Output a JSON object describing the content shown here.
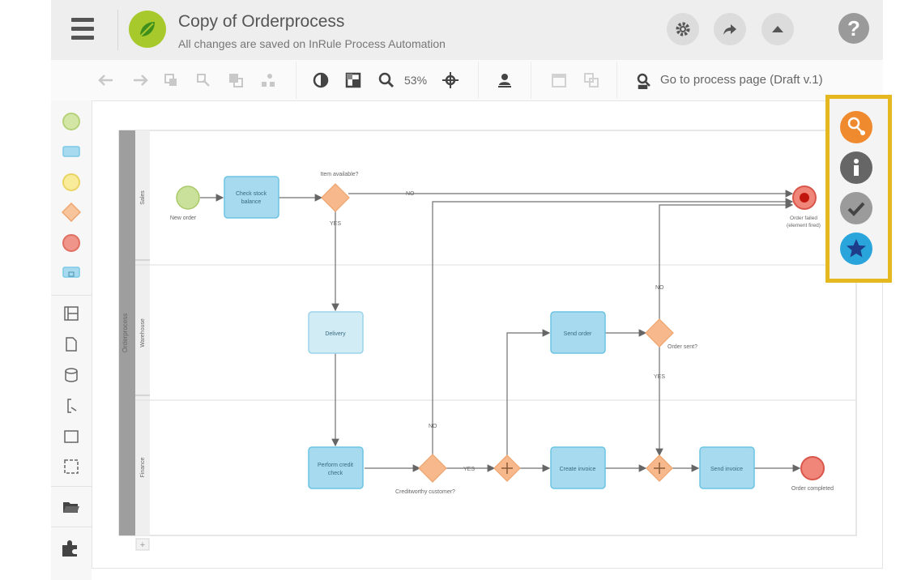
{
  "header": {
    "title": "Copy of Orderprocess",
    "subtitle": "All changes are saved on InRule Process Automation",
    "help_label": "?"
  },
  "toolbar": {
    "zoom": "53%",
    "goto_label": "Go to process page (Draft v.1)"
  },
  "diagram": {
    "pool_label": "Orderprocess",
    "lanes": [
      "Sales",
      "Warehouse",
      "Finance"
    ],
    "tasks": {
      "check_stock": [
        "Check stock",
        "balance"
      ],
      "delivery": "Delivery",
      "send_order": "Send order",
      "perform_credit": [
        "Perform credit",
        "check"
      ],
      "create_invoice": "Create invoice",
      "send_invoice": "Send invoice"
    },
    "events": {
      "start": "New order",
      "failed_end": [
        "Order failed",
        "(element fired)"
      ],
      "completed": "Order completed"
    },
    "gateways": {
      "item_available": "Item available?",
      "order_sent": "Order sent?",
      "creditworthy": "Creditworthy customer?"
    },
    "flow_labels": {
      "no1": "NO",
      "yes1": "YES",
      "no2": "NO",
      "yes2": "YES",
      "no3": "NO",
      "yes3": "YES"
    }
  },
  "colors": {
    "task_fill": "#a7daee",
    "task_stroke": "#6cc3e3",
    "gateway": "#f7b98c",
    "start": "#c9e19a",
    "end": "#f0857a",
    "panel_highlight": "#e5b820",
    "panel_orange": "#f08a2e",
    "panel_gray": "#666666",
    "panel_light": "#9b9b9b",
    "panel_blue": "#2aa5dc"
  }
}
